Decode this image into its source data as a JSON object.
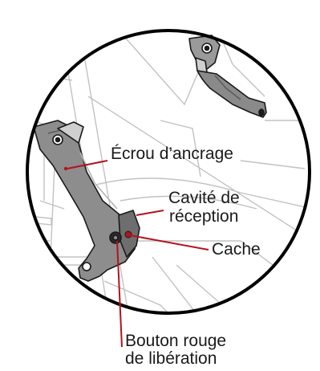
{
  "labels": {
    "anchor_nut": "Écrou d’ancrage",
    "receiving_cavity_line1": "Cavité de",
    "receiving_cavity_line2": "réception",
    "cover": "Cache",
    "release_button_line1": "Bouton rouge",
    "release_button_line2": "de libération"
  },
  "colors": {
    "leader_line": "#b3131f",
    "part_fill": "#8b8b8b",
    "part_dark": "#5e5e5e",
    "outline": "#1a1a1a",
    "background_lines": "#bdbdbd"
  }
}
